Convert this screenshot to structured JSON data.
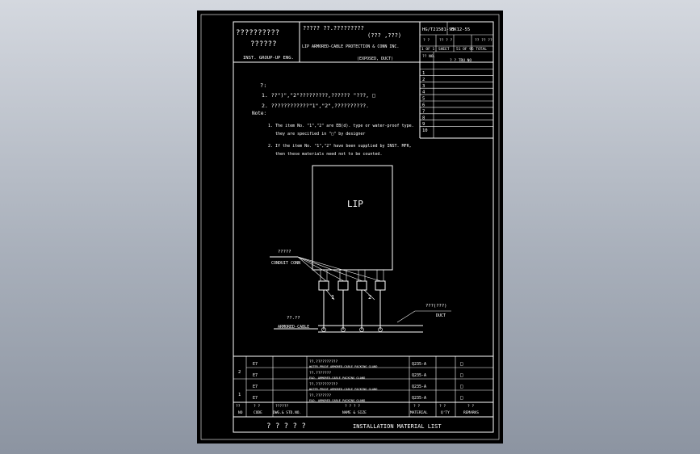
{
  "title_block": {
    "left_line1": "??????????",
    "left_line2": "??????",
    "left_line3": "INST. GROUP-UP ENG.",
    "center_line1": "?????  ??.?????????",
    "center_line2": "(???  ,???)",
    "center_line3": "LIP ARMORED-CABLE PROTECTION & CONN INC.",
    "center_line4": "(EXPOSED, DUCT)",
    "std_no": "HG/T21581-95",
    "dwg_no": "HK12-55",
    "sheet_a": "? ?",
    "sheet_b": "?? ? ?",
    "sheet_c": "?? ?? ??",
    "sheet_d": "1 OF 1",
    "sheet_e": "SHEET",
    "sheet_f": "51 OF 95 TOTAL"
  },
  "revision_table": {
    "header_no": "??\nNO.",
    "header_item": "? ?\nTRU NO",
    "rows": [
      "1",
      "2",
      "3",
      "4",
      "5",
      "6",
      "7",
      "8",
      "9",
      "10"
    ]
  },
  "notes": {
    "heading_cn": "?:",
    "line1": "1. ??\")\",\"2\"?????????,??????  \"???, □",
    "line2": "2. ????????????\"1\",\"2\",??????????.",
    "heading_en": "Note:",
    "en1a": "1. The item No. \"1\",\"2\" are EB(d). type or water-proof type.",
    "en1b": "they are specified in \"□\" by designer",
    "en2a": "2. If the item No. \"1\",\"2\" have been supplied by INST. MFR,",
    "en2b": "then these materials need not to be counted."
  },
  "diagram": {
    "box_label": "LIP",
    "conduit_cn": "?????",
    "conduit_en": "CONDUIT CONN",
    "cable_cn": "??.??",
    "cable_en": "ARMORED-CABLE",
    "duct_cn": "???(???)",
    "duct_en": "DUCT",
    "callout_1": "1",
    "callout_2": "2"
  },
  "materials": {
    "rows": [
      {
        "no": "2",
        "code": "E7",
        "name_cn": "??.??????????",
        "name_en": "WATER-PROOF ARMORED-CABLE PACKING GLAND",
        "material": "Q235-A",
        "qty": "□"
      },
      {
        "no": "",
        "code": "E7",
        "name_cn": "??.???????",
        "name_en": "E&O. ARMORED-CABLE PACKING GLAND",
        "material": "Q235-A",
        "qty": "□"
      },
      {
        "no": "1",
        "code": "E7",
        "name_cn": "??.??????????",
        "name_en": "WATER-PROOF ARMORED-CABLE PACKING GLAND",
        "material": "Q235-A",
        "qty": "□"
      },
      {
        "no": "",
        "code": "E7",
        "name_cn": "??.???????",
        "name_en": "E&O. ARMORED-CABLE PACKING GLAND",
        "material": "Q235-A",
        "qty": "□"
      }
    ],
    "header": {
      "no_cn": "??",
      "no": "NO",
      "code_cn": "? ?",
      "code": "CODE",
      "dwg_cn": "??????",
      "dwg": "DWG.& STD.NO.",
      "name_cn": "?  ?  ?  ?",
      "name": "NAME & SIZE",
      "mat_cn": "?  ?",
      "mat": "MATERIAL",
      "qty_cn": "?  ?",
      "qty": "Q'TY",
      "rem_cn": "?  ?",
      "rem": "REMARKS"
    },
    "footer_cn": "? ? ? ? ?",
    "footer_en": "INSTALLATION  MATERIAL  LIST"
  }
}
